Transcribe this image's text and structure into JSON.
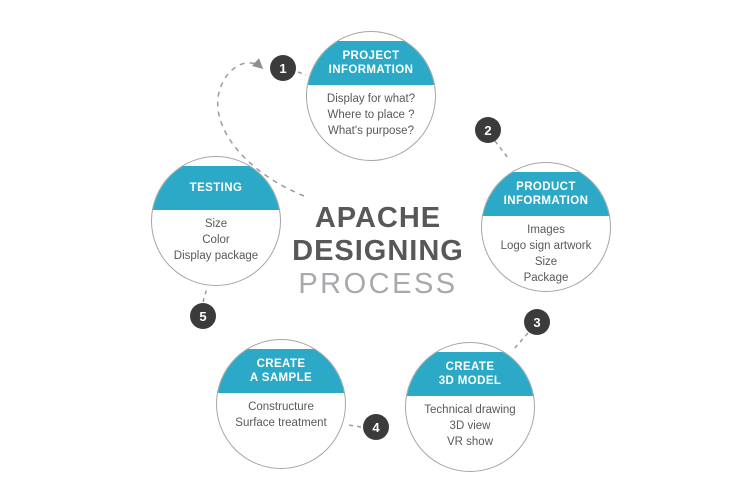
{
  "title": {
    "line1": "APACHE",
    "line2": "DESIGNING",
    "line3": "PROCESS"
  },
  "colors": {
    "accent_teal": "#2BA9C6",
    "badge_dark": "#3B3B3B",
    "title_dark_gray": "#57585A",
    "title_light_gray": "#A7A9AC",
    "body_text_gray": "#58595B",
    "connector_gray": "#8F8F8F"
  },
  "steps": [
    {
      "number": "1",
      "title_lines": [
        "PROJECT",
        "INFORMATION"
      ],
      "body_lines": [
        "Display for what?",
        "Where to place ?",
        "What's purpose?"
      ]
    },
    {
      "number": "2",
      "title_lines": [
        "PRODUCT",
        "INFORMATION"
      ],
      "body_lines": [
        "Images",
        "Logo sign artwork",
        "Size",
        "Package"
      ]
    },
    {
      "number": "3",
      "title_lines": [
        "CREATE",
        "3D MODEL"
      ],
      "body_lines": [
        "Technical drawing",
        "3D view",
        "VR show"
      ]
    },
    {
      "number": "4",
      "title_lines": [
        "CREATE",
        "A SAMPLE"
      ],
      "body_lines": [
        "Constructure",
        "Surface treatment"
      ]
    },
    {
      "number": "5",
      "title_lines": [
        "TESTING"
      ],
      "body_lines": [
        "Size",
        "Color",
        "Display package"
      ]
    }
  ]
}
